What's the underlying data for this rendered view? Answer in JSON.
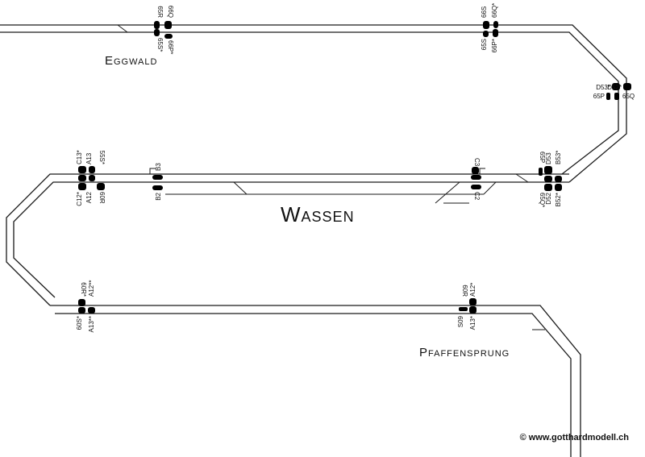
{
  "stations": {
    "eggwald": "Eggwald",
    "wassen": "Wassen",
    "pfaffensprung": "Pfaffensprung"
  },
  "signals": {
    "eggwald_a": [
      "65R",
      "65S*",
      "66Q",
      "66P*"
    ],
    "eggwald_b": [
      "65S",
      "66P*",
      "66S",
      "66Q*"
    ],
    "curve": [
      "D53*",
      "65P",
      "D52*",
      "65Q"
    ],
    "wassen_west": [
      "C13*",
      "A13",
      "C12*",
      "A12",
      "55S*",
      "60R"
    ],
    "wassen_b": [
      "B3",
      "B2"
    ],
    "wassen_c": [
      "C3",
      "C2"
    ],
    "wassen_east": [
      "65P",
      "65Q*",
      "D53",
      "B53*",
      "D52",
      "B52*"
    ],
    "pfaff_west": [
      "60R*",
      "60S*",
      "A12**",
      "A13**"
    ],
    "pfaff_east": [
      "60R",
      "S09",
      "A12*",
      "A13*"
    ]
  },
  "copyright": "© www.gotthardmodell.ch"
}
